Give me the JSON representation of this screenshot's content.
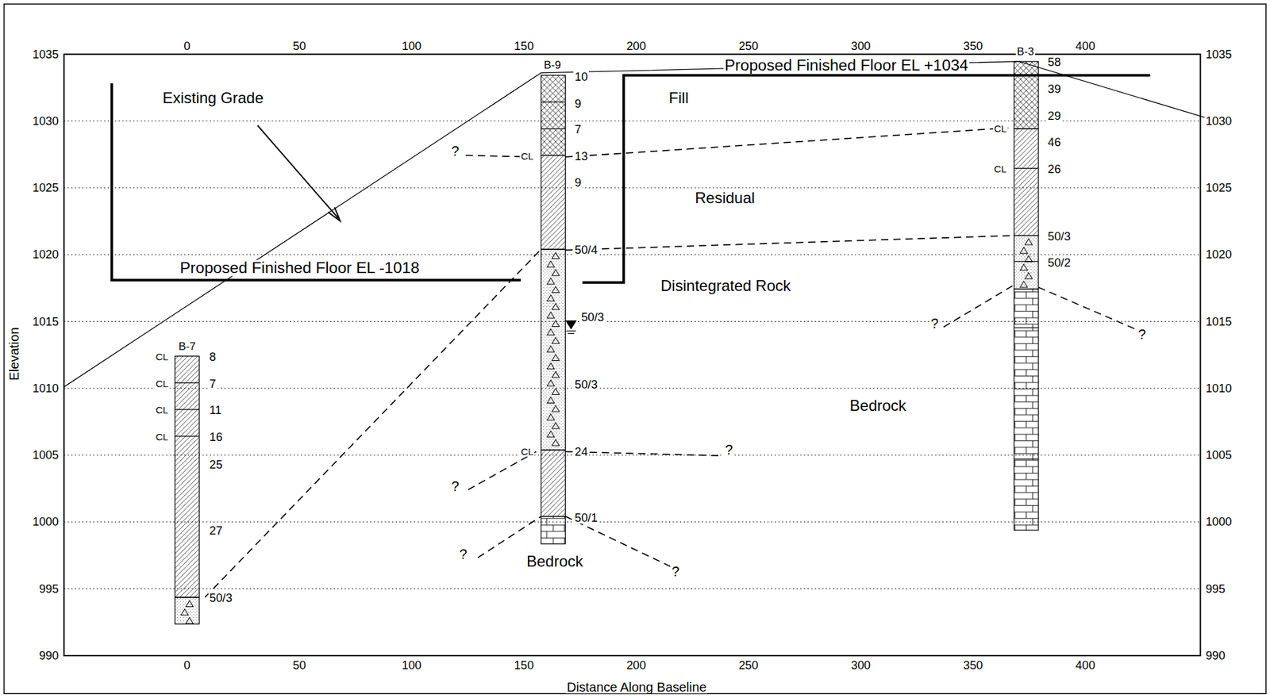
{
  "diagram": {
    "labels": [
      "0",
      "50",
      "100",
      "150",
      "200",
      "250",
      "300",
      "350",
      "400",
      "0",
      "50",
      "100",
      "150",
      "200",
      "250",
      "300",
      "350",
      "400",
      "1035",
      "1030",
      "1025",
      "1020",
      "1015",
      "1010",
      "1005",
      "1000",
      "995",
      "990",
      "1035",
      "1030",
      "1025",
      "1020",
      "1015",
      "1010",
      "1005",
      "1000",
      "995",
      "990",
      "Elevation",
      "Distance Along Baseline",
      "Existing Grade",
      "Fill",
      "Residual",
      "Disintegrated Rock",
      "Bedrock",
      "Bedrock",
      "Proposed Finished Floor EL +1034",
      "Proposed Finished Floor EL -1018",
      "B-7",
      "CL",
      "CL",
      "CL",
      "CL",
      "8",
      "7",
      "11",
      "16",
      "25",
      "27",
      "50/3",
      "B-9",
      "10",
      "9",
      "7",
      "CL",
      "13",
      "9",
      "50/4",
      "50/3",
      "50/3",
      "CL",
      "24",
      "50/1",
      "B-3",
      "58",
      "39",
      "29",
      "CL",
      "46",
      "CL",
      "26",
      "50/3",
      "50/2",
      "?",
      "?",
      "?",
      "?",
      "?",
      "?",
      "?"
    ]
  }
}
